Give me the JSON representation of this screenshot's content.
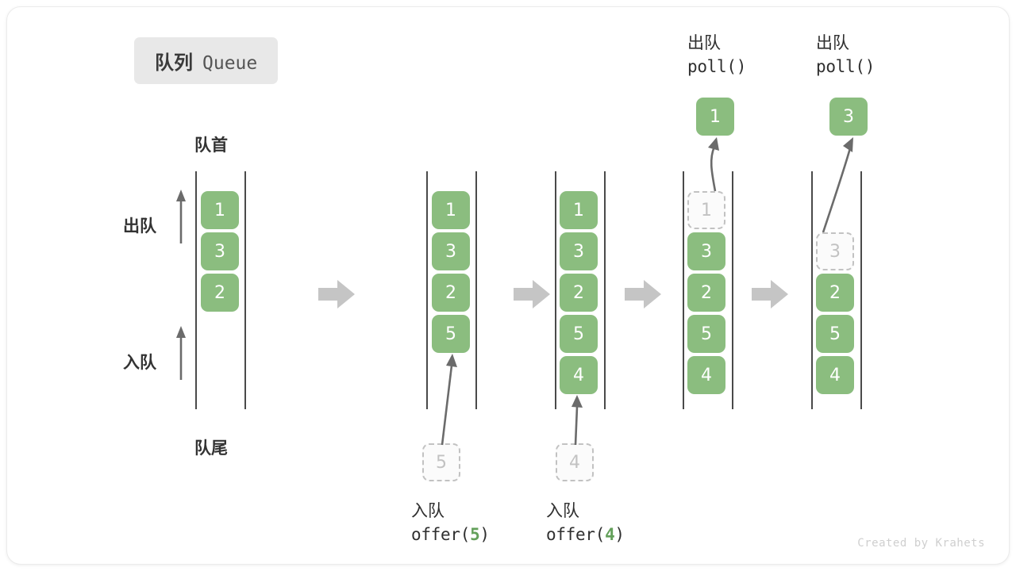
{
  "title": {
    "cn": "队列",
    "en": "Queue"
  },
  "labels": {
    "head": "队首",
    "tail": "队尾",
    "dequeue": "出队",
    "enqueue": "入队"
  },
  "operations": {
    "offer5": {
      "cn": "入队",
      "fn_prefix": "offer(",
      "arg": "5",
      "fn_suffix": ")"
    },
    "offer4": {
      "cn": "入队",
      "fn_prefix": "offer(",
      "arg": "4",
      "fn_suffix": ")"
    },
    "poll1": {
      "cn": "出队",
      "fn": "poll()"
    },
    "poll2": {
      "cn": "出队",
      "fn": "poll()"
    }
  },
  "stages": [
    {
      "name": "initial",
      "elements": [
        {
          "value": "1",
          "ghost": false
        },
        {
          "value": "3",
          "ghost": false
        },
        {
          "value": "2",
          "ghost": false
        }
      ]
    },
    {
      "name": "after-offer-5",
      "elements": [
        {
          "value": "1",
          "ghost": false
        },
        {
          "value": "3",
          "ghost": false
        },
        {
          "value": "2",
          "ghost": false
        },
        {
          "value": "5",
          "ghost": false
        }
      ],
      "incoming": {
        "value": "5",
        "ghost": true
      }
    },
    {
      "name": "after-offer-4",
      "elements": [
        {
          "value": "1",
          "ghost": false
        },
        {
          "value": "3",
          "ghost": false
        },
        {
          "value": "2",
          "ghost": false
        },
        {
          "value": "5",
          "ghost": false
        },
        {
          "value": "4",
          "ghost": false
        }
      ],
      "incoming": {
        "value": "4",
        "ghost": true
      }
    },
    {
      "name": "after-poll-1",
      "elements": [
        {
          "value": "1",
          "ghost": true
        },
        {
          "value": "3",
          "ghost": false
        },
        {
          "value": "2",
          "ghost": false
        },
        {
          "value": "5",
          "ghost": false
        },
        {
          "value": "4",
          "ghost": false
        }
      ],
      "outgoing": {
        "value": "1",
        "ghost": false
      }
    },
    {
      "name": "after-poll-3",
      "elements": [
        {
          "value": "3",
          "ghost": true
        },
        {
          "value": "2",
          "ghost": false
        },
        {
          "value": "5",
          "ghost": false
        },
        {
          "value": "4",
          "ghost": false
        }
      ],
      "outgoing": {
        "value": "3",
        "ghost": false
      }
    }
  ],
  "watermark": "Created by Krahets",
  "colors": {
    "element": "#8bbd7f",
    "ghost_border": "#c2c2c2",
    "rail": "#4a4a4a",
    "step_arrow": "#c5c5c5",
    "accent_text": "#63a05a"
  }
}
